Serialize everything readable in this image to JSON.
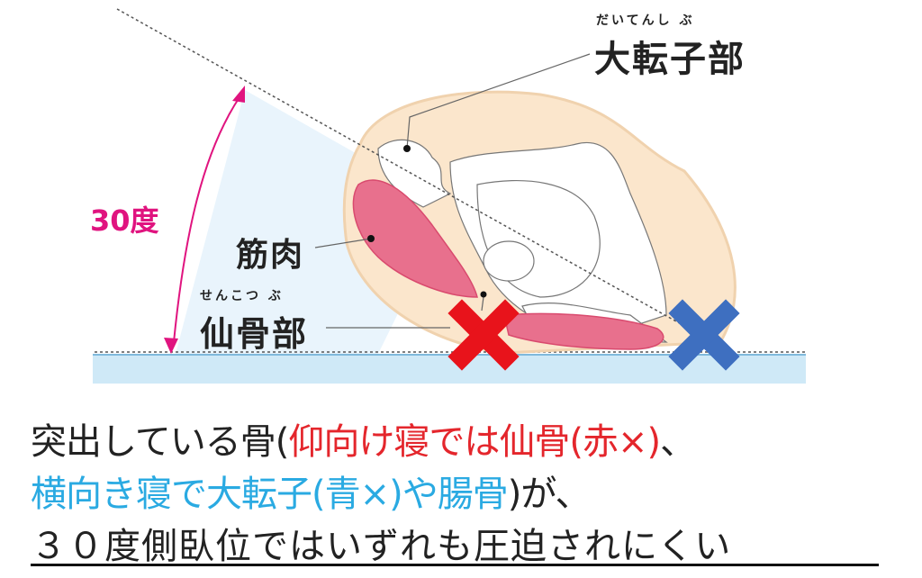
{
  "labels": {
    "angle": "30度",
    "muscle": "筋肉",
    "sacrum_ruby": "せんこつ ぶ",
    "sacrum": "仙骨部",
    "trochanter_ruby": "だいてんし ぶ",
    "trochanter": "大転子部"
  },
  "caption": {
    "line1_black": "突出している骨(",
    "line1_red": "仰向け寝では仙骨(赤×)",
    "line1_end": "、",
    "line2_cyan": "横向き寝で大転子(青×)や腸骨",
    "line2_end": ")が、",
    "line3": "３０度側臥位ではいずれも圧迫されにくい"
  },
  "colors": {
    "angle": "#e0147f",
    "red_mark": "#e8131b",
    "blue_mark": "#3e6fc0",
    "body": "#fbe6cc",
    "muscle": "#e45a7c",
    "bed": "#cfe9f7"
  }
}
